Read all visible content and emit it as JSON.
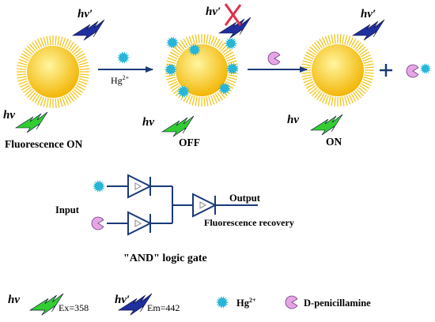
{
  "colors": {
    "sphere_core": "#fff6a0",
    "sphere_edge": "#f2b300",
    "rays": "#f5c518",
    "green_photon": "#33cc33",
    "blue_photon": "#1f2f9e",
    "mercury": "#27b6d8",
    "penicillamine": "#e6a6e6",
    "arrow": "#1a3a7a",
    "gate_line": "#1a3a7a",
    "cross": "#e0304a"
  },
  "panels": {
    "on_label": "Fluorescence ON",
    "off_label": "OFF",
    "on2_label": "ON",
    "hg_arrow_label": "Hg",
    "hg_arrow_charge": "2+"
  },
  "photons": {
    "hv": "hv",
    "hv_prime": "hv′"
  },
  "gate": {
    "input_label": "Input",
    "output_label": "Output",
    "recovery_label": "Fluorescence  recovery",
    "title": "\"AND\" logic gate"
  },
  "legend": {
    "hv": "hv",
    "ex": "Ex=358",
    "hv_prime": "hv′",
    "em": "Em=442",
    "hg": "Hg",
    "hg_charge": "2+",
    "penicillamine": "D-penicillamine"
  },
  "icons": [
    "sphere-icon",
    "lightning-icon",
    "mercury-ion-icon",
    "penicillamine-icon",
    "cross-icon",
    "diode-icon"
  ]
}
